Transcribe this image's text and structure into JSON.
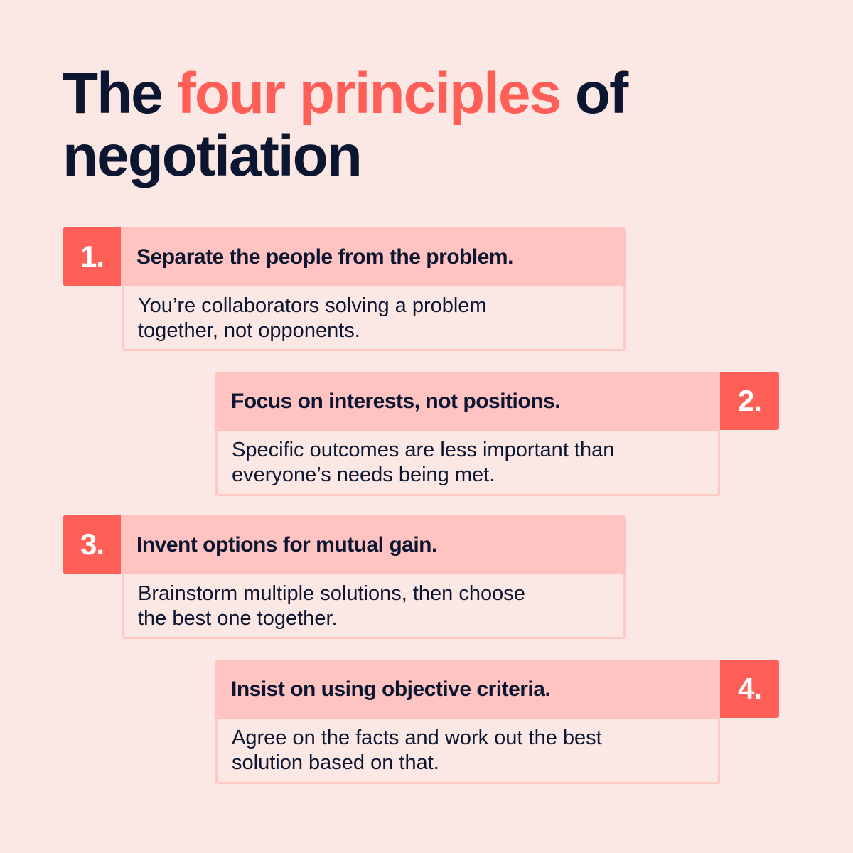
{
  "title": {
    "part1": "The ",
    "accent": "four principles",
    "part2": " of",
    "line2": "negotiation"
  },
  "colors": {
    "background": "#fbe7e3",
    "accent": "#ff5f57",
    "header_bg": "#ffc4c2",
    "text": "#0c1631"
  },
  "principles": [
    {
      "number": "1.",
      "heading": "Separate the people from the problem.",
      "line1": "You’re collaborators solving a problem",
      "line2": "together, not opponents."
    },
    {
      "number": "2.",
      "heading": "Focus on interests, not positions.",
      "line1": "Specific outcomes are less important than",
      "line2": "everyone’s needs being met."
    },
    {
      "number": "3.",
      "heading": "Invent options for mutual gain.",
      "line1": "Brainstorm multiple solutions, then choose",
      "line2": "the best one together."
    },
    {
      "number": "4.",
      "heading": "Insist on using objective criteria.",
      "line1": "Agree on the facts and work out the best",
      "line2": "solution based on that."
    }
  ]
}
